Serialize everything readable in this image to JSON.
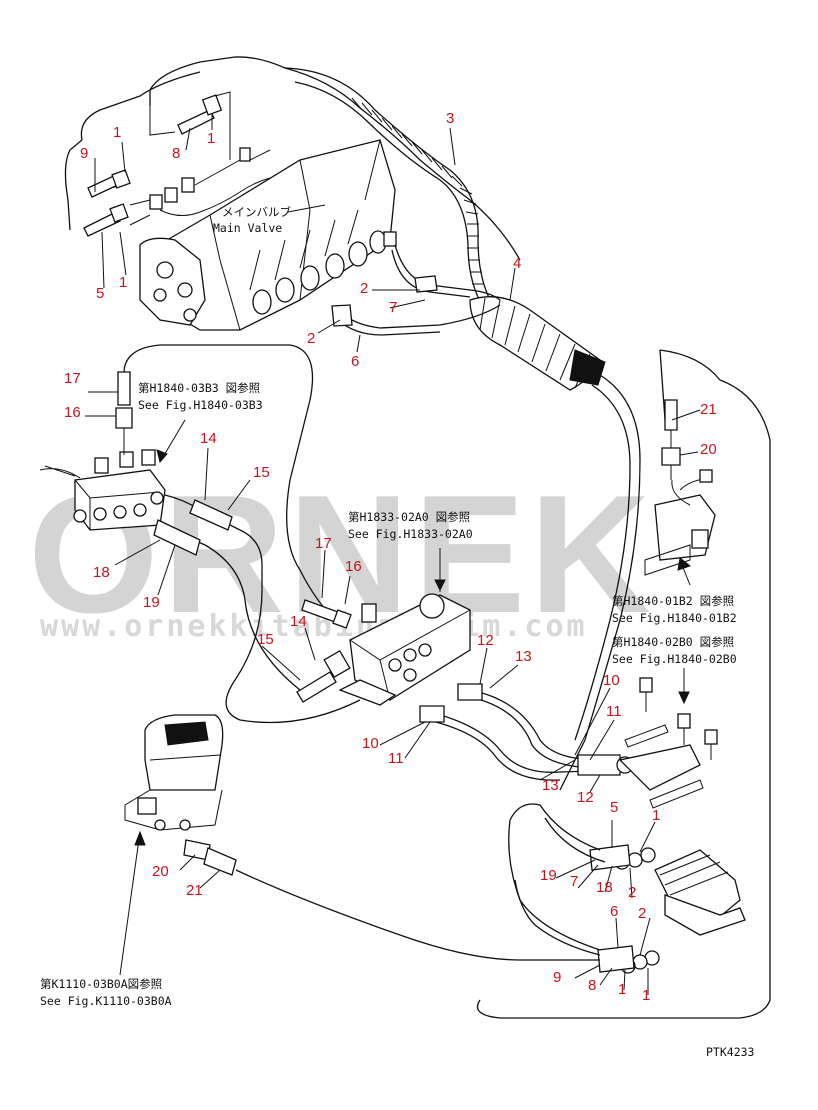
{
  "diagram": {
    "main_valve_label_jp": "メインバルブ",
    "main_valve_label_en": "Main Valve",
    "refs": {
      "h1840_03b3_jp": "第H1840-03B3 図参照",
      "h1840_03b3_en": "See Fig.H1840-03B3",
      "h1833_02a0_jp": "第H1833-02A0 図参照",
      "h1833_02a0_en": "See Fig.H1833-02A0",
      "h1840_01b2_jp": "第H1840-01B2 図参照",
      "h1840_01b2_en": "See Fig.H1840-01B2",
      "h1840_02b0_jp": "第H1840-02B0 図参照",
      "h1840_02b0_en": "See Fig.H1840-02B0",
      "k1110_03b0a_jp": "第K1110-03B0A図参照",
      "k1110_03b0a_en": "See Fig.K1110-03B0A"
    },
    "drawing_code": "PTK4233",
    "watermark_brand": "ORNEK",
    "watermark_url": "www.ornekkitabinalarim.com",
    "part_labels": [
      "1",
      "1",
      "1",
      "9",
      "8",
      "5",
      "3",
      "4",
      "2",
      "7",
      "2",
      "6",
      "17",
      "16",
      "14",
      "15",
      "18",
      "19",
      "17",
      "16",
      "14",
      "15",
      "12",
      "13",
      "10",
      "11",
      "10",
      "11",
      "13",
      "12",
      "21",
      "20",
      "5",
      "1",
      "19",
      "7",
      "18",
      "2",
      "20",
      "21",
      "6",
      "2",
      "9",
      "8",
      "1",
      "1"
    ]
  }
}
